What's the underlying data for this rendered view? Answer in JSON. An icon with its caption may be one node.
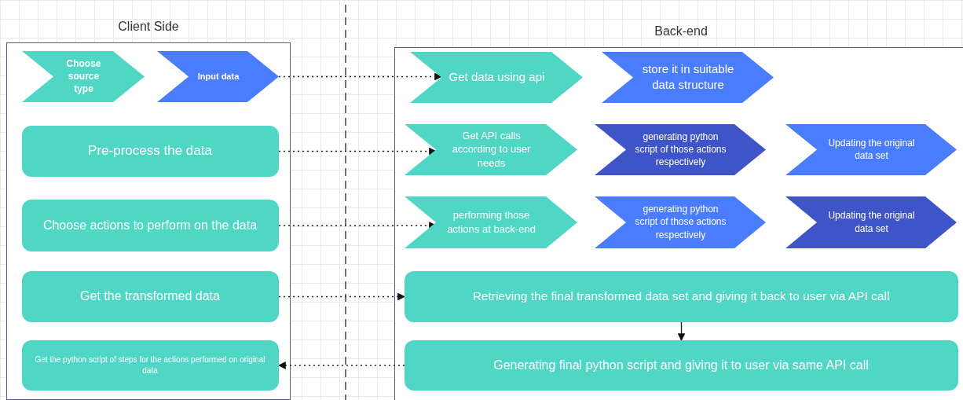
{
  "diagram": {
    "nodes": [
      {
        "text": [
          "Client Side"
        ]
      },
      {
        "text": [
          "Choose source type"
        ],
        "in": 0
      },
      {
        "text": [
          "Input data"
        ],
        "in": 0
      },
      {
        "text": [
          "Pre-process the data"
        ],
        "in": 0
      },
      {
        "text": [
          "Choose actions to perform on the data"
        ],
        "in": 0
      },
      {
        "text": [
          "Get the transformed data"
        ],
        "in": 0
      },
      {
        "text": [
          "Get the python script of steps for the actions performed on original data"
        ],
        "in": 0
      },
      {
        "text": [
          "Back-end"
        ]
      },
      {
        "text": [
          "Get data using api"
        ],
        "in": 7
      },
      {
        "text": [
          "store it in suitable data structure"
        ],
        "in": 7
      },
      {
        "text": [
          "Get API calls according to user needs"
        ],
        "in": 7
      },
      {
        "text": [
          "generating python script of those actions respectively"
        ],
        "in": 7
      },
      {
        "text": [
          "Updating the original data set"
        ],
        "in": 7
      },
      {
        "text": [
          "performing those actions at back-end"
        ],
        "in": 7
      },
      {
        "text": [
          "generating python script of those actions respectively"
        ],
        "in": 7
      },
      {
        "text": [
          "Updating the original data set"
        ],
        "in": 7
      },
      {
        "text": [
          "Retrieving the final transformed data set and giving it back to user via API call"
        ],
        "in": 7
      },
      {
        "text": [
          "Generating final python script and giving it to user via same API call"
        ],
        "in": 7
      }
    ],
    "edges": [
      {
        "from": 2,
        "to": 8,
        "arrow": "to",
        "style": "dashed"
      },
      {
        "from": 3,
        "to": 10,
        "arrow": "to",
        "style": "dashed"
      },
      {
        "from": 4,
        "to": 13,
        "arrow": "to",
        "style": "dashed"
      },
      {
        "from": 5,
        "to": 16,
        "arrow": "to",
        "style": "dashed"
      },
      {
        "from": 16,
        "to": 17,
        "arrow": "to"
      },
      {
        "from": 17,
        "to": 6,
        "arrow": "to",
        "style": "dashed"
      }
    ]
  }
}
